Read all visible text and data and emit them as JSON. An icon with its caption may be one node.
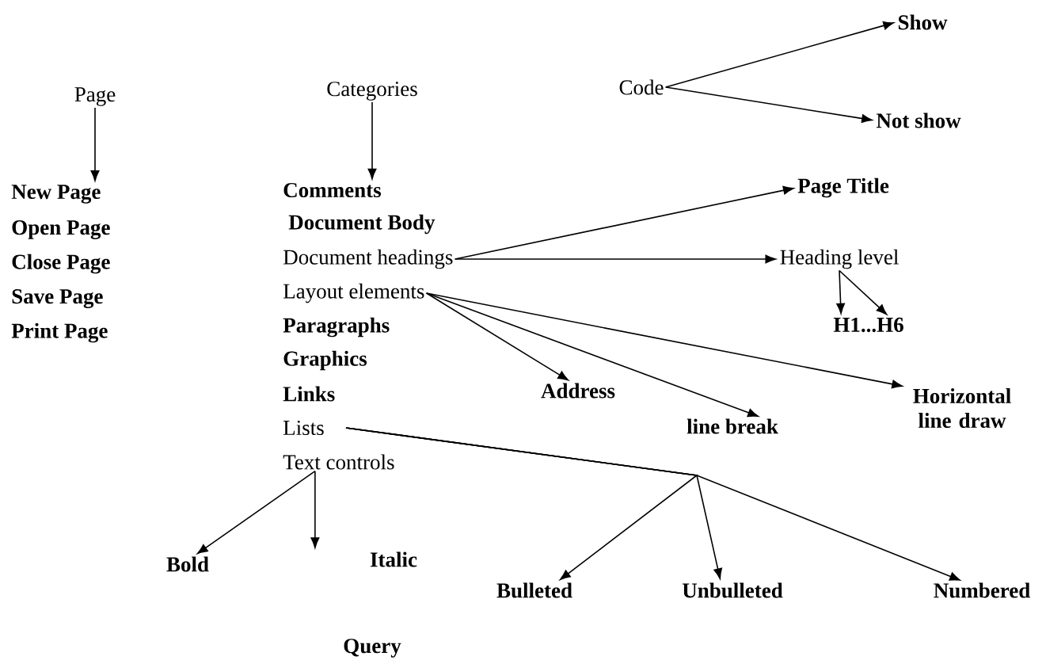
{
  "diagram": {
    "nodes": [
      {
        "text": [
          "Page"
        ]
      },
      {
        "text": [
          "New Page"
        ]
      },
      {
        "text": [
          "Open Page"
        ]
      },
      {
        "text": [
          "Close Page"
        ]
      },
      {
        "text": [
          "Save Page"
        ]
      },
      {
        "text": [
          "Print Page"
        ]
      },
      {
        "text": [
          "Categories"
        ]
      },
      {
        "text": [
          "Comments"
        ]
      },
      {
        "text": [
          "Document Body"
        ]
      },
      {
        "text": [
          "Document headings"
        ]
      },
      {
        "text": [
          "Layout elements"
        ]
      },
      {
        "text": [
          "Paragraphs"
        ]
      },
      {
        "text": [
          "Graphics"
        ]
      },
      {
        "text": [
          "Links"
        ]
      },
      {
        "text": [
          "Lists"
        ]
      },
      {
        "text": [
          "Text controls"
        ]
      },
      {
        "text": [
          "Code"
        ]
      },
      {
        "text": [
          "Show"
        ]
      },
      {
        "text": [
          "Not show"
        ]
      },
      {
        "text": [
          "Page Title"
        ]
      },
      {
        "text": [
          "Heading level"
        ]
      },
      {
        "text": [
          "H1...H6"
        ]
      },
      {
        "text": [
          "Address"
        ]
      },
      {
        "text": [
          "line break"
        ]
      },
      {
        "text": [
          "Horizontal line draw"
        ]
      },
      {
        "text": [
          "Bold"
        ]
      },
      {
        "text": [
          "Italic"
        ]
      },
      {
        "text": [
          "Bulleted"
        ]
      },
      {
        "text": [
          "Unbulleted"
        ]
      },
      {
        "text": [
          "Numbered"
        ]
      }
    ],
    "edges": [
      {
        "from": 0,
        "to": 1,
        "arrow": "to"
      },
      {
        "from": 6,
        "to": 7,
        "arrow": "to"
      },
      {
        "from": 16,
        "to": 17,
        "arrow": "to"
      },
      {
        "from": 16,
        "to": 18,
        "arrow": "to"
      },
      {
        "from": 9,
        "to": 19,
        "arrow": "to"
      },
      {
        "from": 9,
        "to": 20,
        "arrow": "to"
      },
      {
        "from": 20,
        "to": 21,
        "arrow": "to"
      },
      {
        "from": 20,
        "to": 21,
        "arrow": "to"
      },
      {
        "from": 10,
        "to": 22,
        "arrow": "to"
      },
      {
        "from": 10,
        "to": 23,
        "arrow": "to"
      },
      {
        "from": 10,
        "to": 24,
        "arrow": "to"
      },
      {
        "from": 15,
        "to": 25,
        "arrow": "to"
      },
      {
        "from": 15,
        "to": 26,
        "arrow": "to"
      },
      {
        "from": 14,
        "to": 27,
        "arrow": "to"
      },
      {
        "from": 14,
        "to": 28,
        "arrow": "to"
      },
      {
        "from": 14,
        "to": 29,
        "arrow": "to"
      }
    ],
    "labels": [
      "Query"
    ]
  }
}
